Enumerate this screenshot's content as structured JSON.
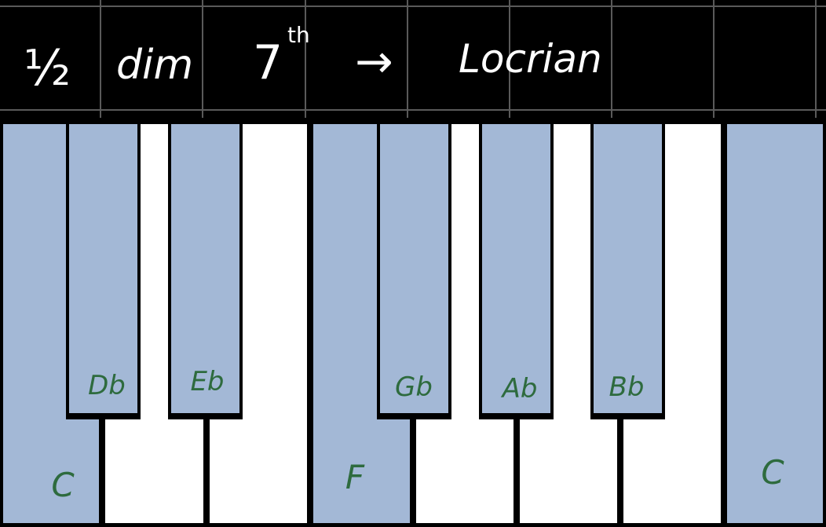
{
  "header": {
    "half": "½",
    "dim": "dim",
    "seven": "7",
    "th": "th",
    "arrow": "→",
    "mode": "Locrian",
    "text_color": "#ffffff",
    "background": "#000000",
    "grid_color": "#5a5a5a"
  },
  "keyboard": {
    "highlight_color": "#a3b8d6",
    "white_color": "#ffffff",
    "outline_color": "#000000",
    "label_color": "#2e6b3e",
    "white_keys": [
      {
        "note": "C",
        "highlighted": true,
        "label": "C"
      },
      {
        "note": "D",
        "highlighted": false,
        "label": ""
      },
      {
        "note": "E",
        "highlighted": false,
        "label": ""
      },
      {
        "note": "F",
        "highlighted": true,
        "label": "F"
      },
      {
        "note": "G",
        "highlighted": false,
        "label": ""
      },
      {
        "note": "A",
        "highlighted": false,
        "label": ""
      },
      {
        "note": "B",
        "highlighted": false,
        "label": ""
      },
      {
        "note": "C",
        "highlighted": true,
        "label": "C"
      }
    ],
    "black_keys": [
      {
        "note": "Db",
        "highlighted": true,
        "label": "Db"
      },
      {
        "note": "Eb",
        "highlighted": true,
        "label": "Eb"
      },
      {
        "note": "Gb",
        "highlighted": true,
        "label": "Gb"
      },
      {
        "note": "Ab",
        "highlighted": true,
        "label": "Ab"
      },
      {
        "note": "Bb",
        "highlighted": true,
        "label": "Bb"
      }
    ]
  }
}
